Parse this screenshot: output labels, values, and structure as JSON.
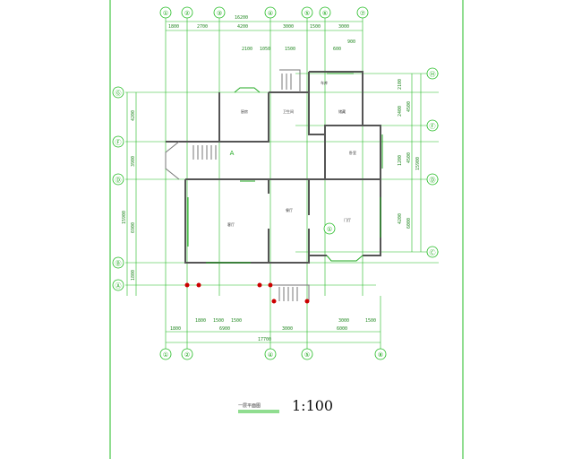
{
  "drawing": {
    "scale": "1:100",
    "title": "一层平面图",
    "top_axes": [
      "①",
      "②",
      "③",
      "④",
      "⑤",
      "⑥",
      "⑦"
    ],
    "bottom_axes": [
      "①",
      "②",
      "④",
      "⑤",
      "⑧"
    ],
    "left_axes": [
      "Ⓖ",
      "Ⓕ",
      "Ⓓ",
      "Ⓑ",
      "Ⓐ"
    ],
    "right_axes": [
      "Ⓗ",
      "Ⓕ",
      "Ⓓ",
      "Ⓒ"
    ],
    "top_total": "16200",
    "top_dims": [
      "1800",
      "2700",
      "4200",
      "3000",
      "1500",
      "3000"
    ],
    "top_inner_dims": [
      "2100",
      "1050",
      "1500",
      "900",
      "600"
    ],
    "bottom_total": "17700",
    "bottom_dims": [
      "1800",
      "6900",
      "3000",
      "6000"
    ],
    "bottom_inner_dims": [
      "1800",
      "1500",
      "1500",
      "3000",
      "1500"
    ],
    "left_total": "15900",
    "left_dims": [
      "4200",
      "3900",
      "6900",
      "1800"
    ],
    "right_total": "15900",
    "right_dims": [
      "4500",
      "4500",
      "6000"
    ],
    "right_inner_dims": [
      "2100",
      "2400",
      "1200",
      "4200"
    ],
    "rooms": [
      "厨房",
      "卫生间",
      "餐厅",
      "客厅",
      "门厅",
      "卧室",
      "储藏",
      "车库"
    ],
    "marks": [
      "A",
      "①"
    ]
  }
}
